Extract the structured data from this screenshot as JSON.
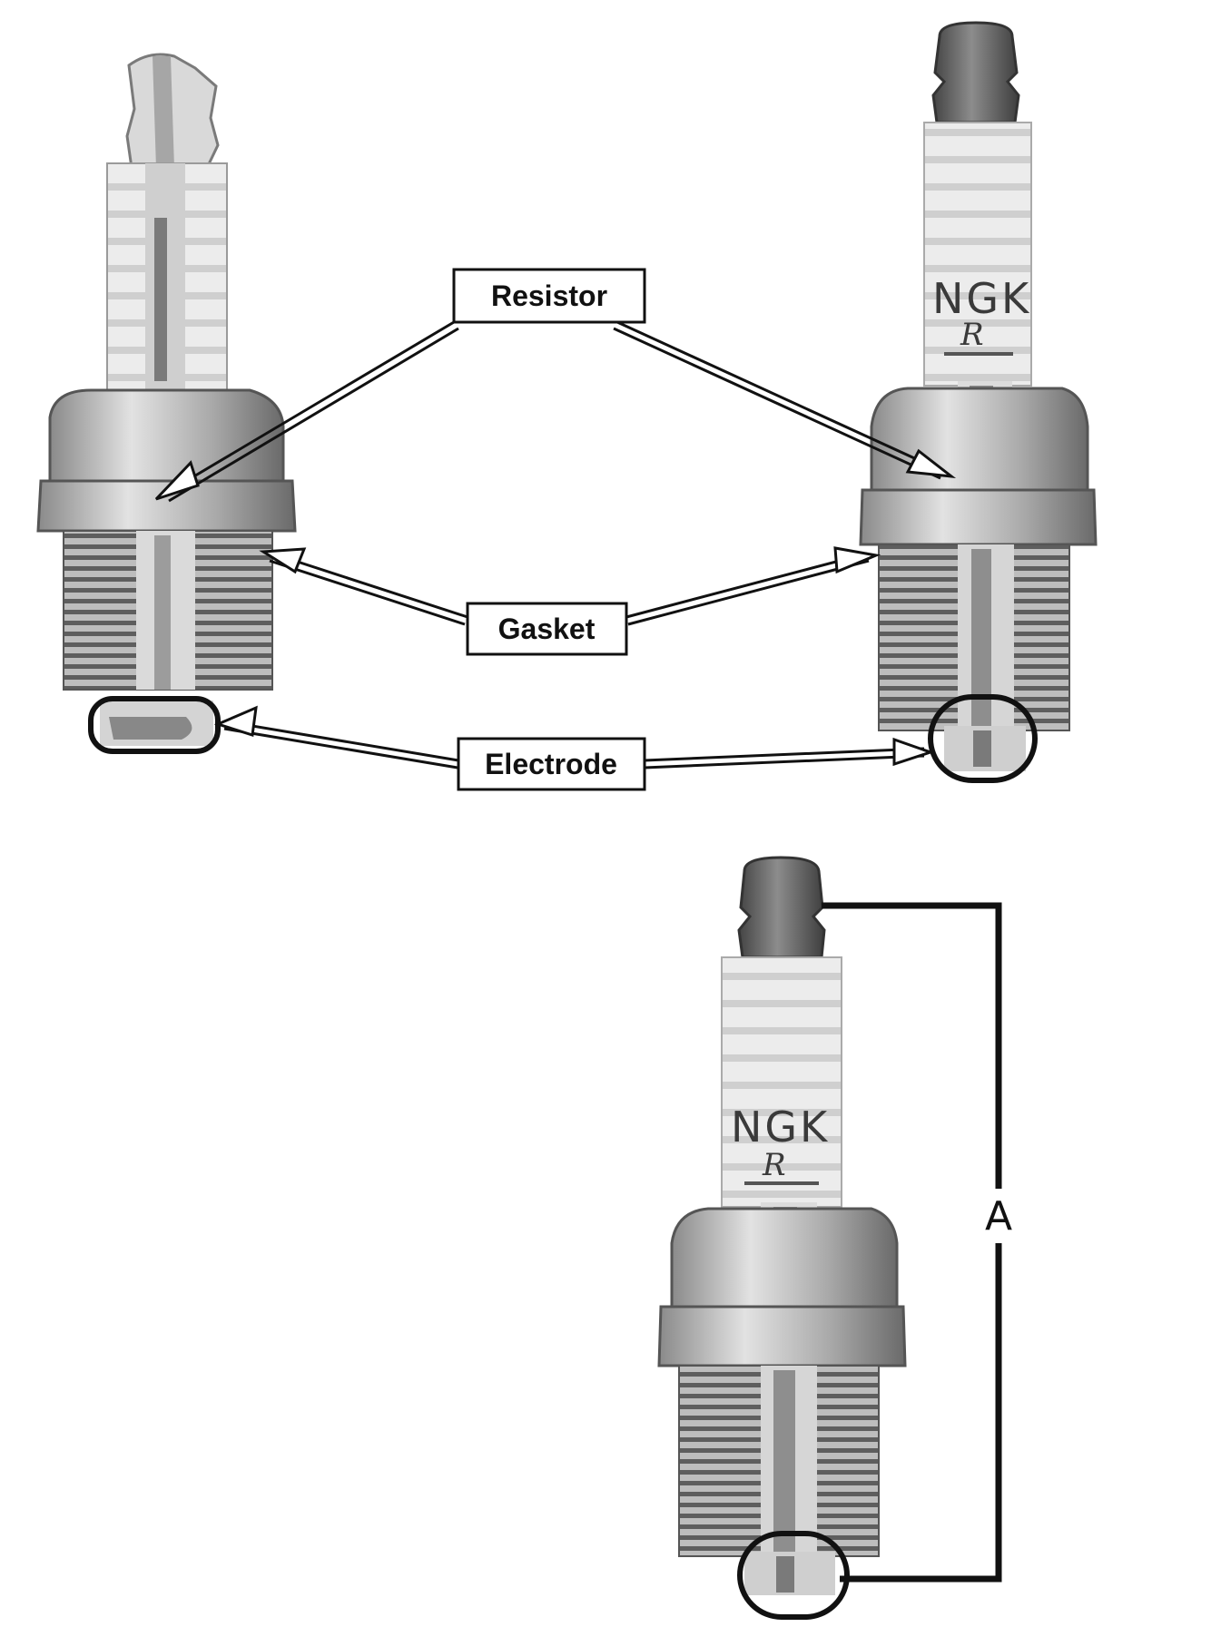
{
  "labels": {
    "resistor": "Resistor",
    "gasket": "Gasket",
    "electrode": "Electrode",
    "dimension": "A"
  },
  "brand": {
    "name": "NGK",
    "sub": "R"
  },
  "colors": {
    "ceramic": "#e6e6e6",
    "metal_dark": "#6e6e6e",
    "terminal": "#5a5a5a",
    "resistor_core": "#2a2a2a",
    "outline": "#111111"
  }
}
